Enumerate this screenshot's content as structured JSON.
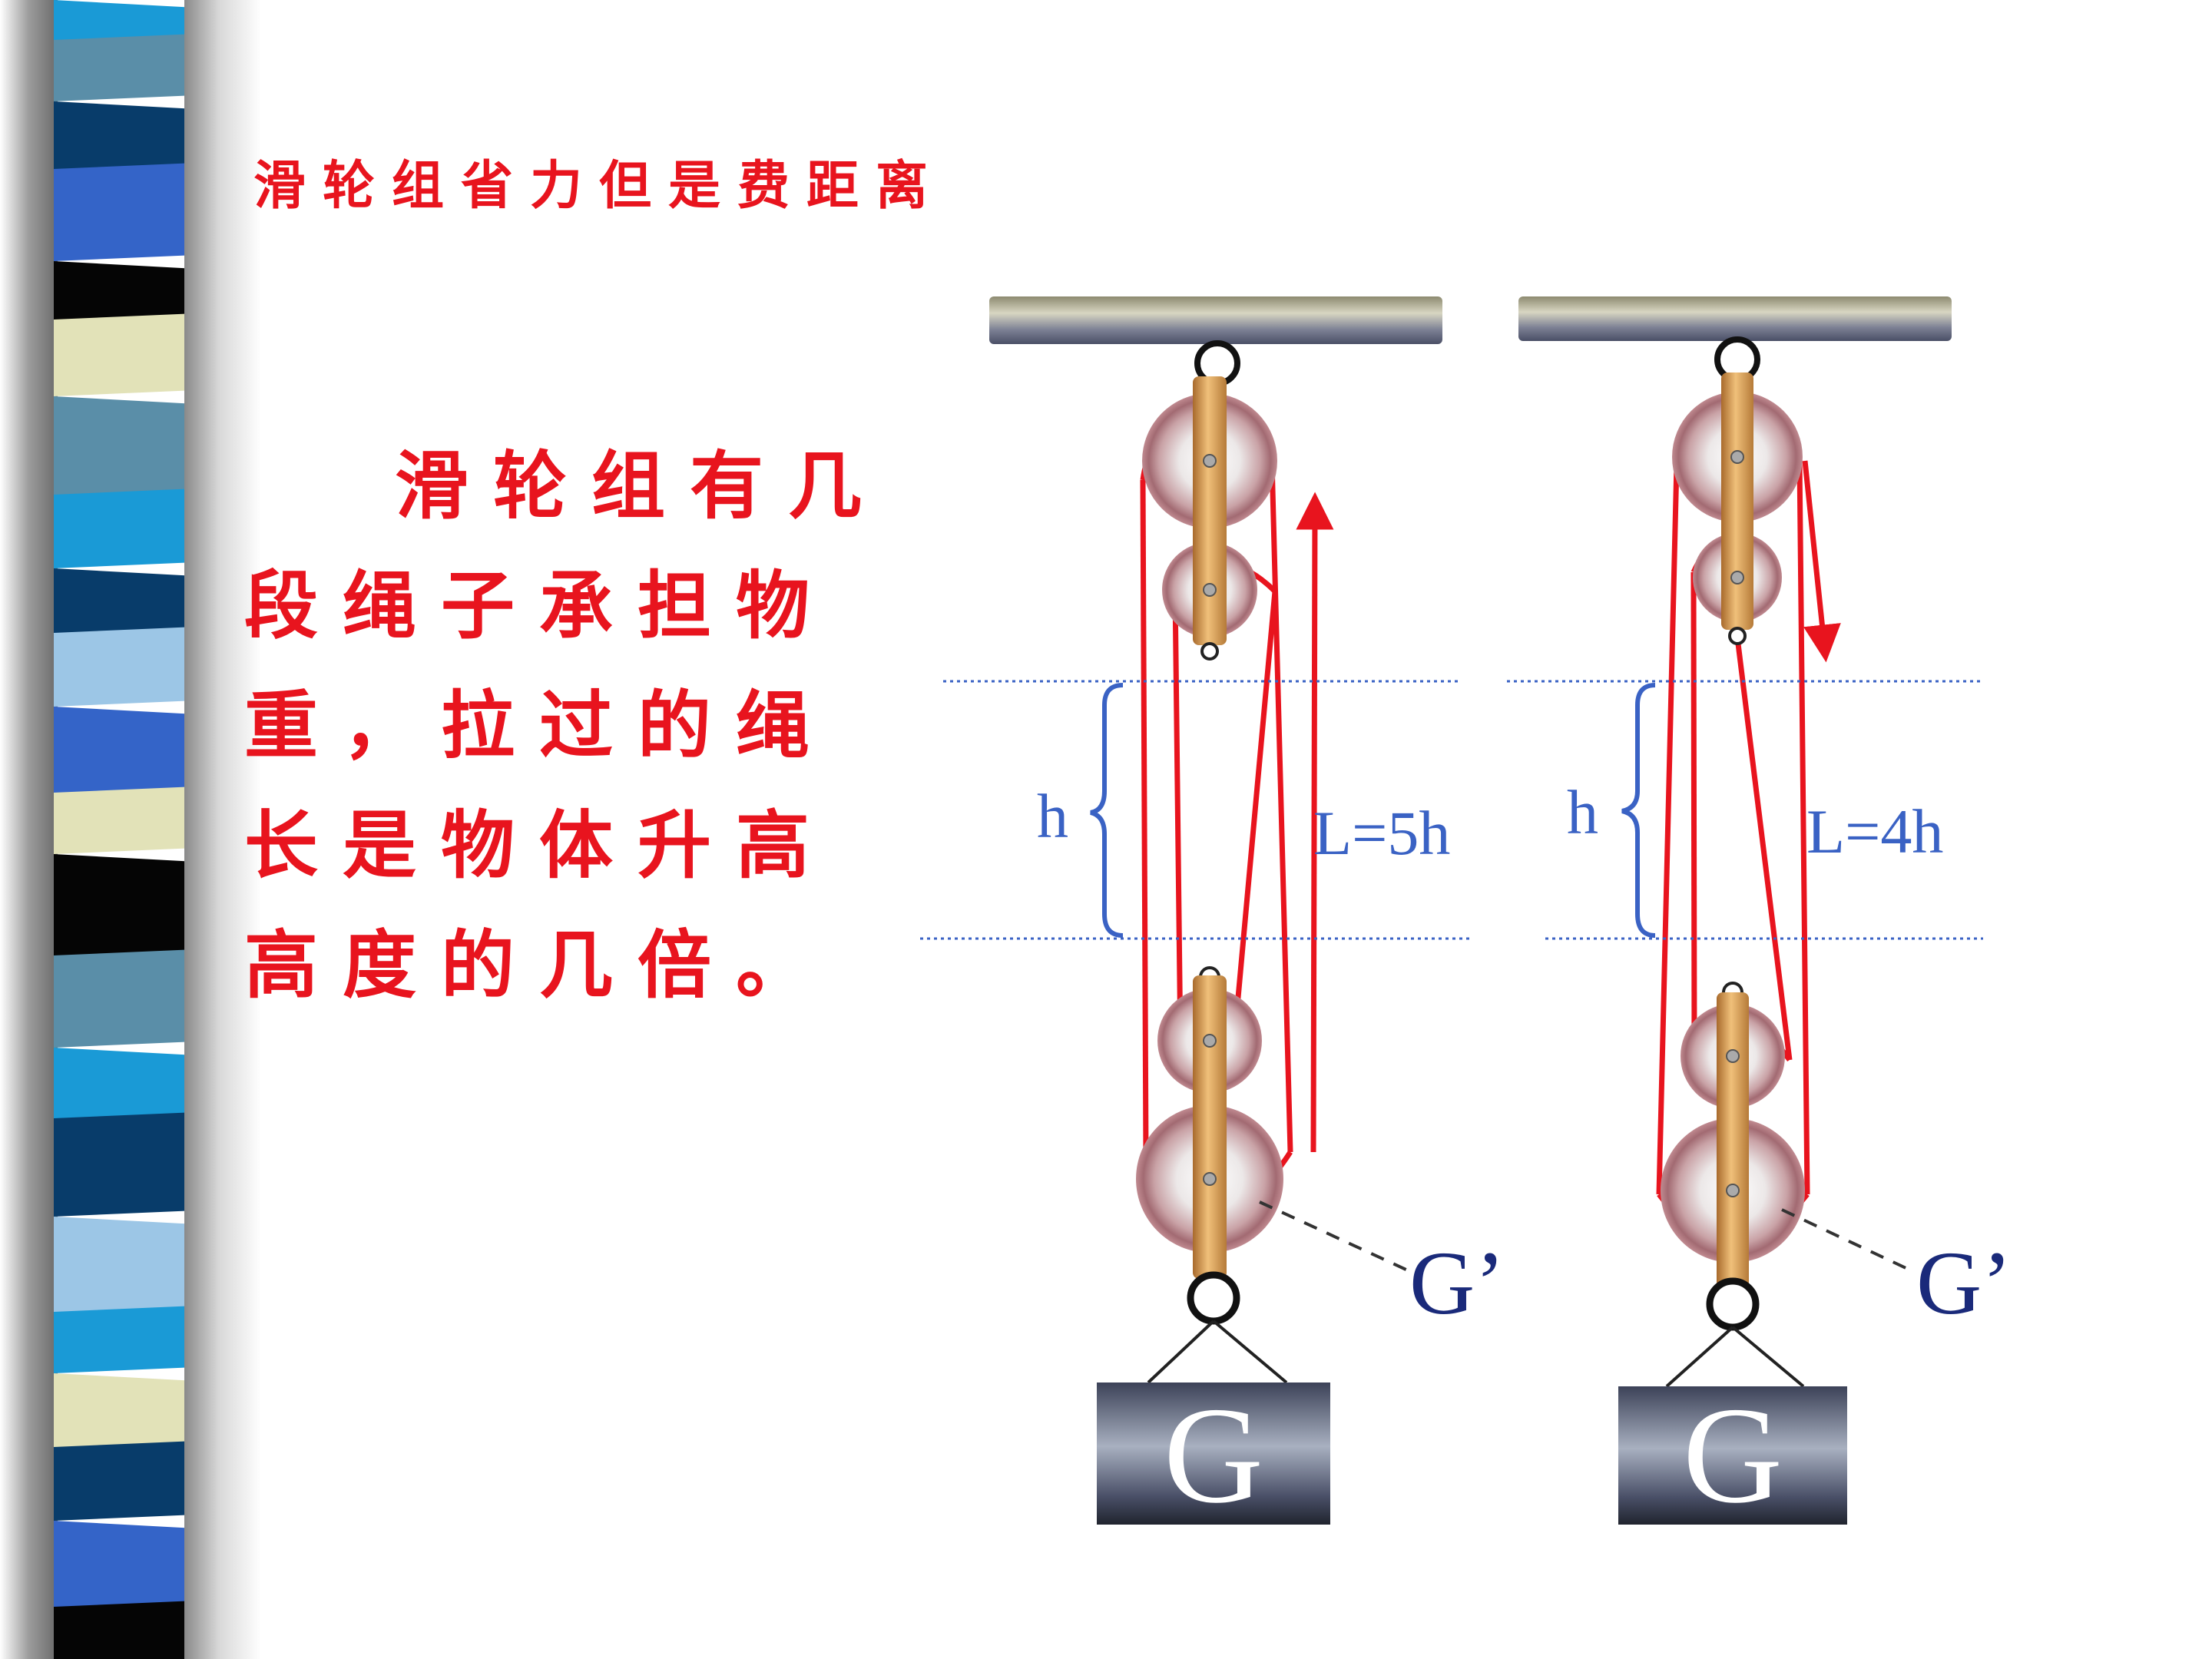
{
  "slide": {
    "title": "滑轮组省力但是费距离",
    "body": "滑轮组有几段绳子承担物重，拉过的绳长是物体升高高度的几倍。"
  },
  "diagram": {
    "left": {
      "height_label": "h",
      "length_label": "L=5h",
      "pulley_weight_label": "G’",
      "load_label": "G",
      "pull_direction": "up",
      "rope_segments": 5
    },
    "right": {
      "height_label": "h",
      "length_label": "L=4h",
      "pulley_weight_label": "G’",
      "load_label": "G",
      "pull_direction": "down",
      "rope_segments": 4
    }
  },
  "colors": {
    "title_text": "#e8141e",
    "rope": "#e8141e",
    "label_blue": "#3a62c4",
    "pulley_weight_label": "#1a2a7a"
  },
  "icons": {
    "decor": "striped-side-bar",
    "pulley": "pulley-wheel-icon",
    "load": "weight-block-icon"
  }
}
